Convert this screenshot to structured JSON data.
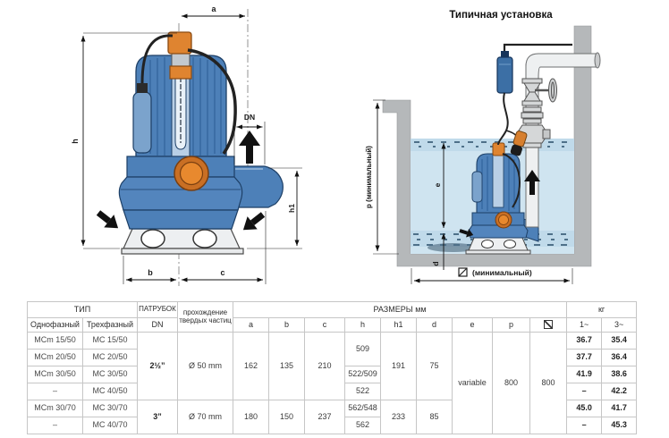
{
  "colors": {
    "pump_blue": "#4d80b8",
    "pump_blue_dark": "#1d3f66",
    "accent_orange": "#e2872f",
    "water_blue": "#cfe4f0",
    "wall_gray": "#b5b8ba"
  },
  "pump_diagram": {
    "labels": {
      "a": "a",
      "h": "h",
      "dn": "DN",
      "h1": "h1",
      "b": "b",
      "c": "c"
    }
  },
  "installation": {
    "title": "Типичная установка",
    "labels": {
      "p": "p  (минимальный)",
      "e": "e",
      "d": "d",
      "pit": "(минимальный)"
    },
    "icons": {
      "pit_size": "square-diagonal"
    }
  },
  "table": {
    "headers": {
      "tip": "ТИП",
      "odno": "Однофазный",
      "trekh": "Трехфазный",
      "patrubok": "ПАТРУБОК",
      "dn": "DN",
      "solids": "прохождение твердых частиц",
      "sizes": "РАЗМЕРЫ мм",
      "kg": "кг",
      "a": "a",
      "b": "b",
      "c": "c",
      "h": "h",
      "h1": "h1",
      "d": "d",
      "e": "e",
      "p": "p",
      "w1": "1~",
      "w3": "3~"
    },
    "icons": {
      "sq_col": "square-diagonal"
    },
    "g1": {
      "dn": "2½”",
      "solids": "Ø 50 mm",
      "a": "162",
      "b": "135",
      "c": "210",
      "h1": "191",
      "d": "75"
    },
    "g2": {
      "dn": "3”",
      "solids": "Ø 70 mm",
      "a": "180",
      "b": "150",
      "c": "237",
      "h1": "233",
      "d": "85"
    },
    "shared": {
      "e": "variable",
      "p": "800",
      "sq": "800"
    },
    "r1": {
      "mono": "MCm 15/50",
      "three": "MC 15/50",
      "h": "509",
      "w1": "36.7",
      "w3": "35.4"
    },
    "r2": {
      "mono": "MCm 20/50",
      "three": "MC 20/50",
      "w1": "37.7",
      "w3": "36.4"
    },
    "r3": {
      "mono": "MCm 30/50",
      "three": "MC 30/50",
      "h": "522/509",
      "w1": "41.9",
      "w3": "38.6"
    },
    "r4": {
      "mono": "–",
      "three": "MC 40/50",
      "h": "522",
      "w1": "–",
      "w3": "42.2"
    },
    "r5": {
      "mono": "MCm 30/70",
      "three": "MC 30/70",
      "h": "562/548",
      "w1": "45.0",
      "w3": "41.7"
    },
    "r6": {
      "mono": "–",
      "three": "MC 40/70",
      "h": "562",
      "w1": "–",
      "w3": "45.3"
    }
  }
}
